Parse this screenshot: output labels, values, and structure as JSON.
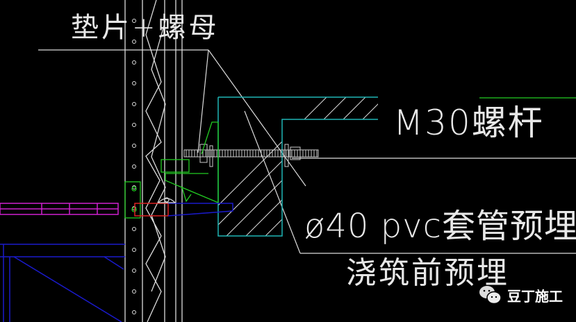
{
  "labels": {
    "washer_nut": "垫片+螺母",
    "rod": "M30螺杆",
    "pvc_sleeve": "ø40 pvc套管预埋",
    "pre_embed": "浇筑前预埋"
  },
  "watermark": {
    "text": "豆丁施工",
    "icon": "wechat-icon"
  },
  "colors": {
    "background": "#000000",
    "concrete": "#1fb5b5",
    "bracket": "#22cc22",
    "platform": "#d020d0",
    "truss": "#1a1acc",
    "rod": "#cccccc"
  }
}
